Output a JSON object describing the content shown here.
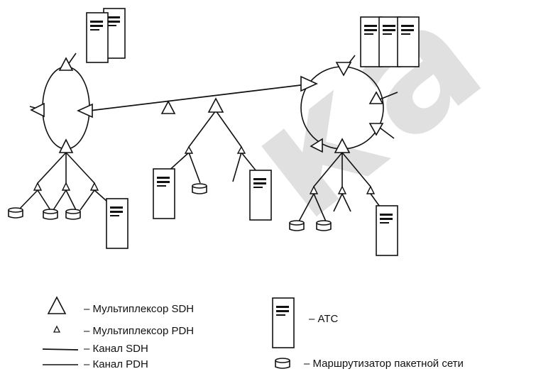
{
  "watermark": "ка БГ",
  "legend": {
    "mux_sdh": "– Мультиплексор SDH",
    "mux_pdh": "– Мультиплексор PDH",
    "channel_sdh": "– Канал SDH",
    "channel_pdh": "– Канал PDH",
    "atc": "– АТС",
    "router": "– Маршрутизатор пакетной сети"
  },
  "colors": {
    "ink": "#111111",
    "watermark": "#d6d6d6",
    "background": "#ffffff"
  }
}
